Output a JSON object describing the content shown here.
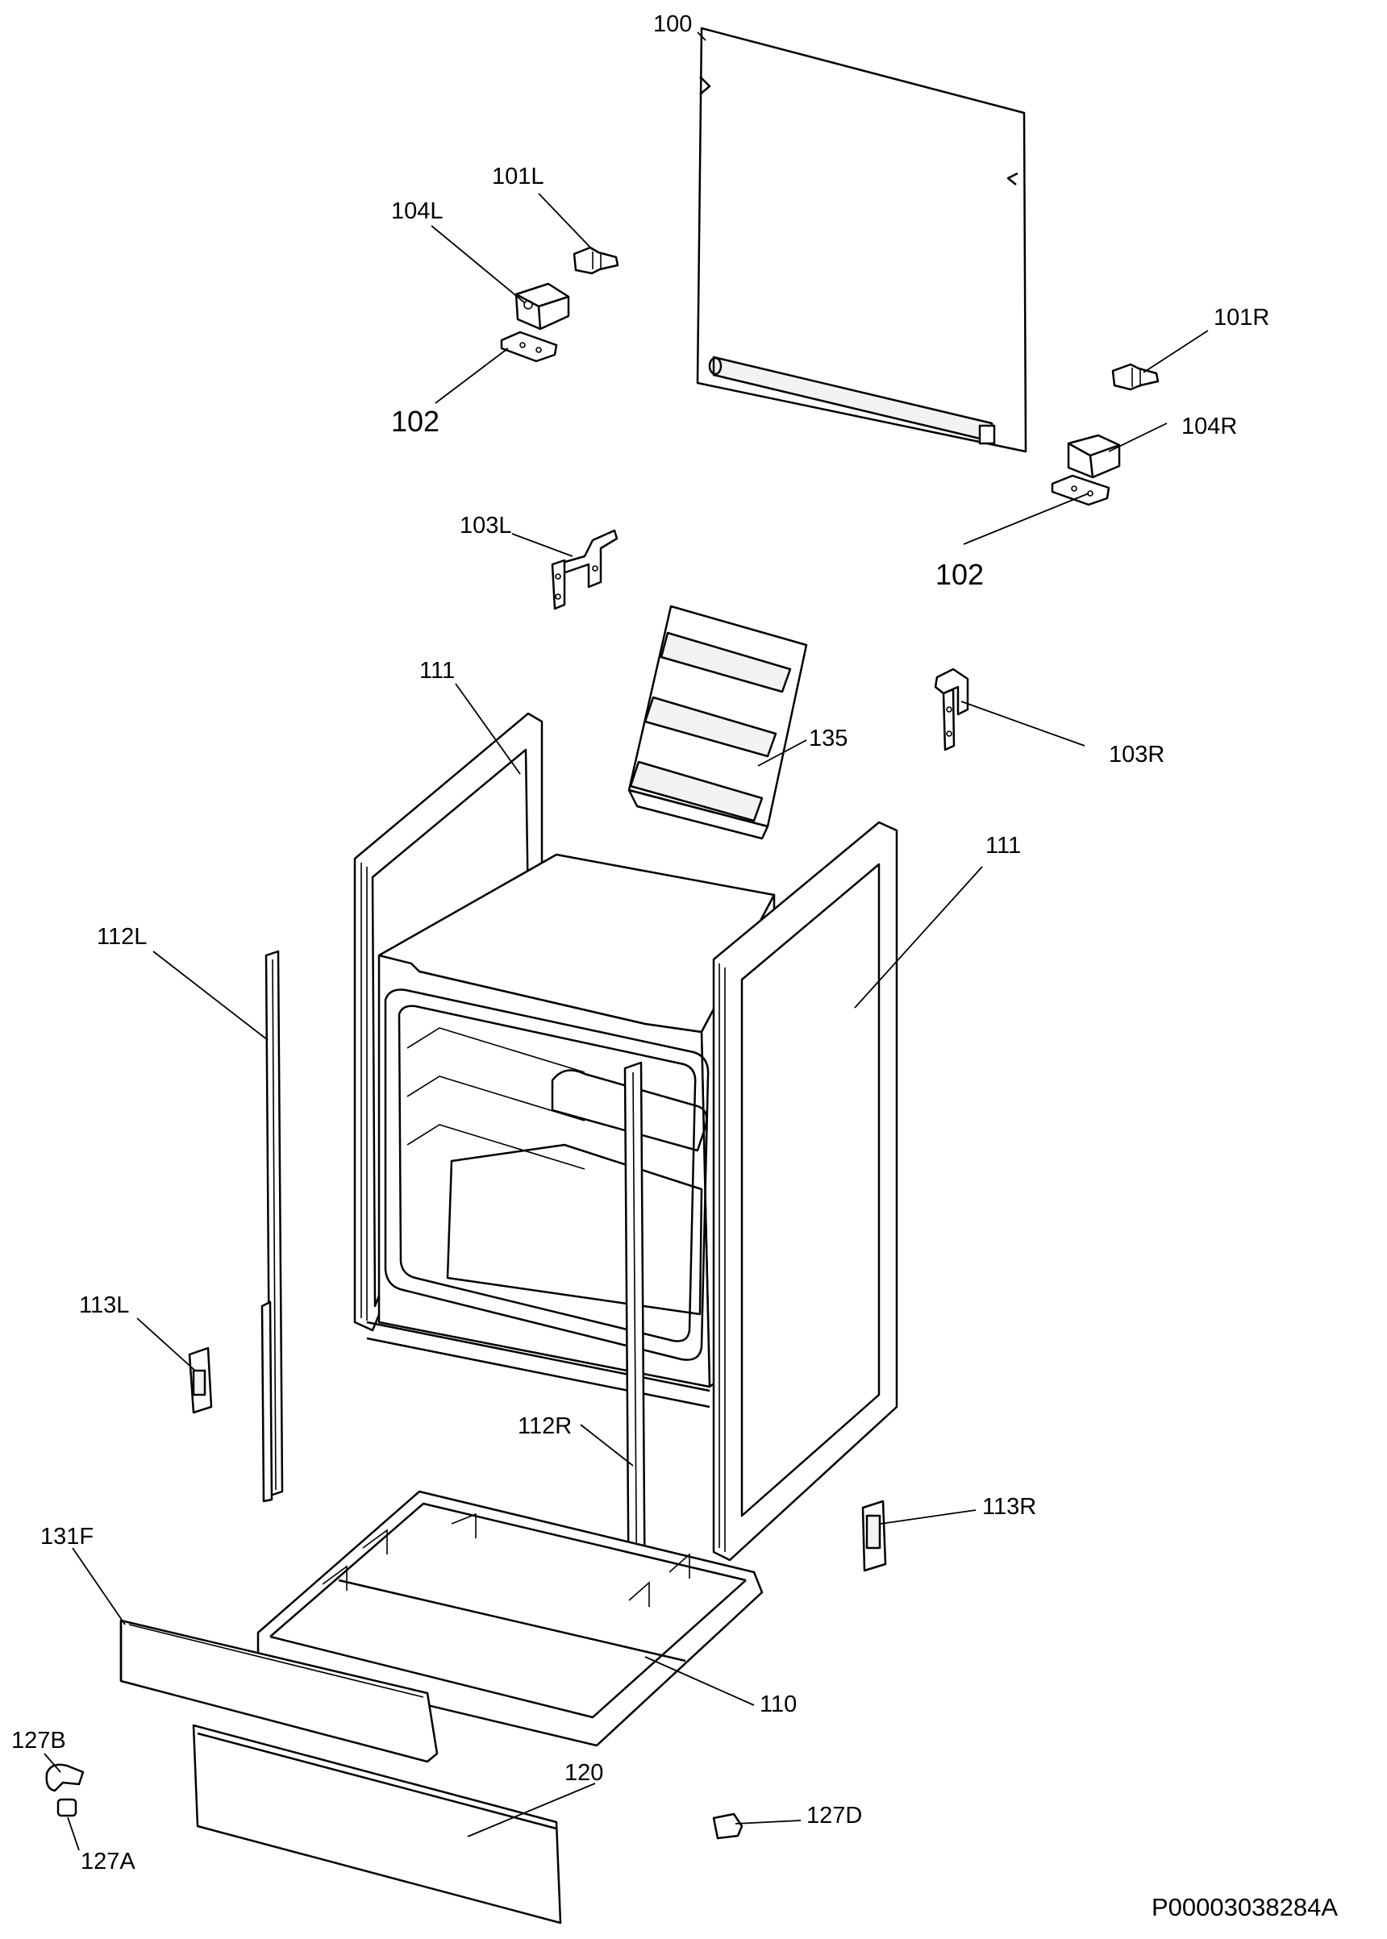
{
  "diagram": {
    "reference_code": "P00003038284A",
    "callouts": {
      "c100": "100",
      "c101L": "101L",
      "c104L": "104L",
      "c102a": "102",
      "c101R": "101R",
      "c104R": "104R",
      "c102b": "102",
      "c103L": "103L",
      "c111a": "111",
      "c135": "135",
      "c103R": "103R",
      "c111b": "111",
      "c112L": "112L",
      "c113L": "113L",
      "c112R": "112R",
      "c113R": "113R",
      "c131F": "131F",
      "c110": "110",
      "c127B": "127B",
      "c120": "120",
      "c127A": "127A",
      "c127D": "127D"
    }
  }
}
